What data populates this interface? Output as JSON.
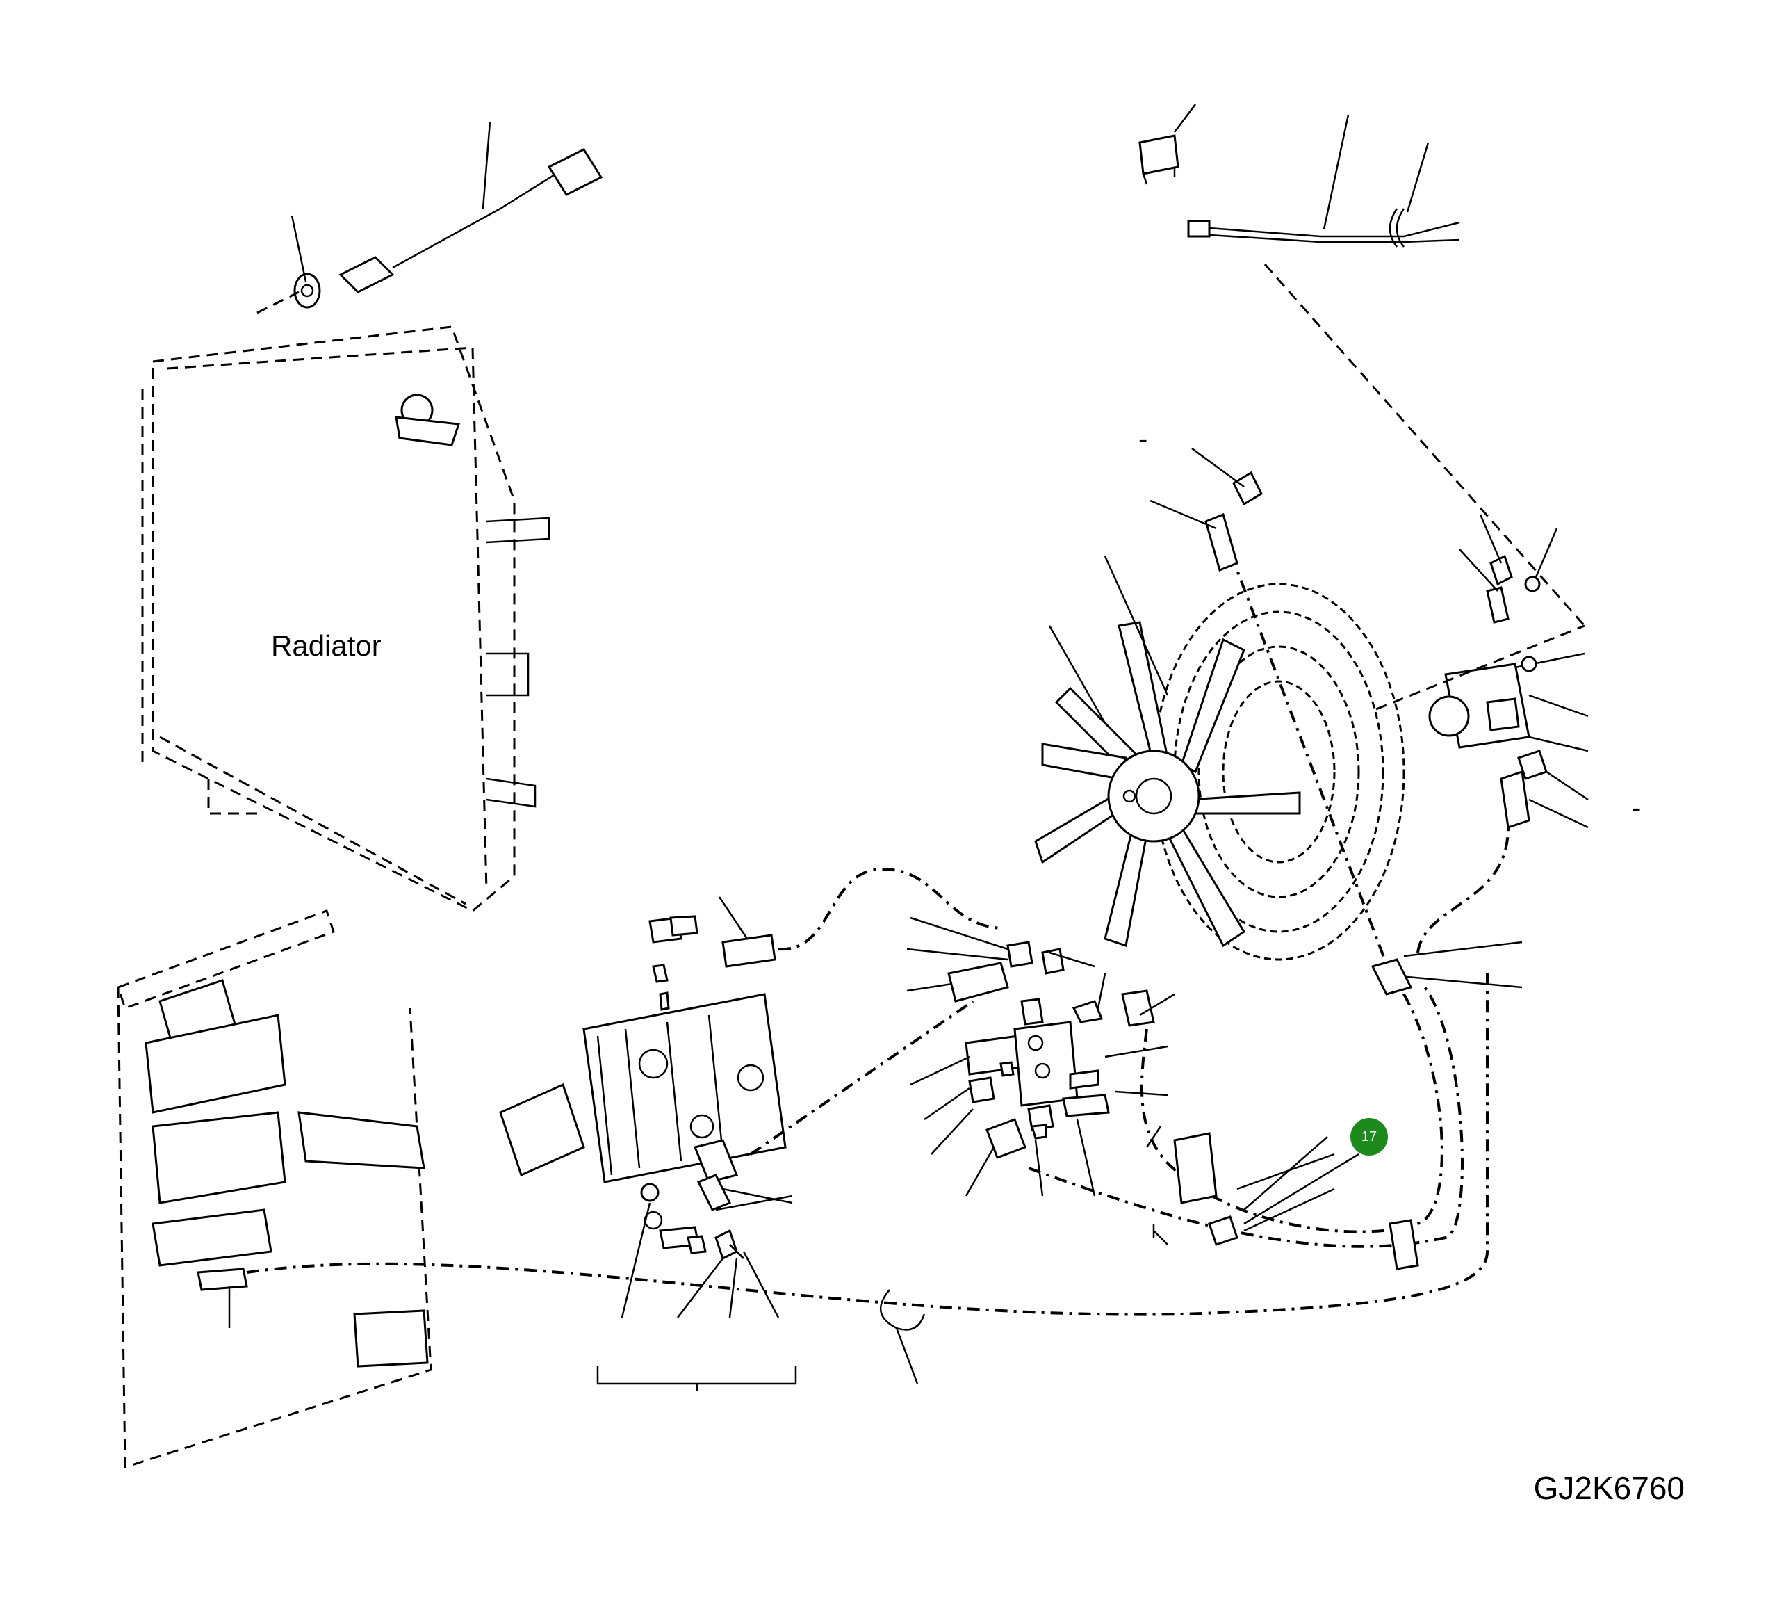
{
  "diagram": {
    "radiator_label": "Radiator",
    "figure_code": "GJ2K6760",
    "callouts": [
      {
        "number": "17",
        "color": "#1e8a1e"
      }
    ],
    "dash_marks": [
      "-",
      "-"
    ]
  }
}
